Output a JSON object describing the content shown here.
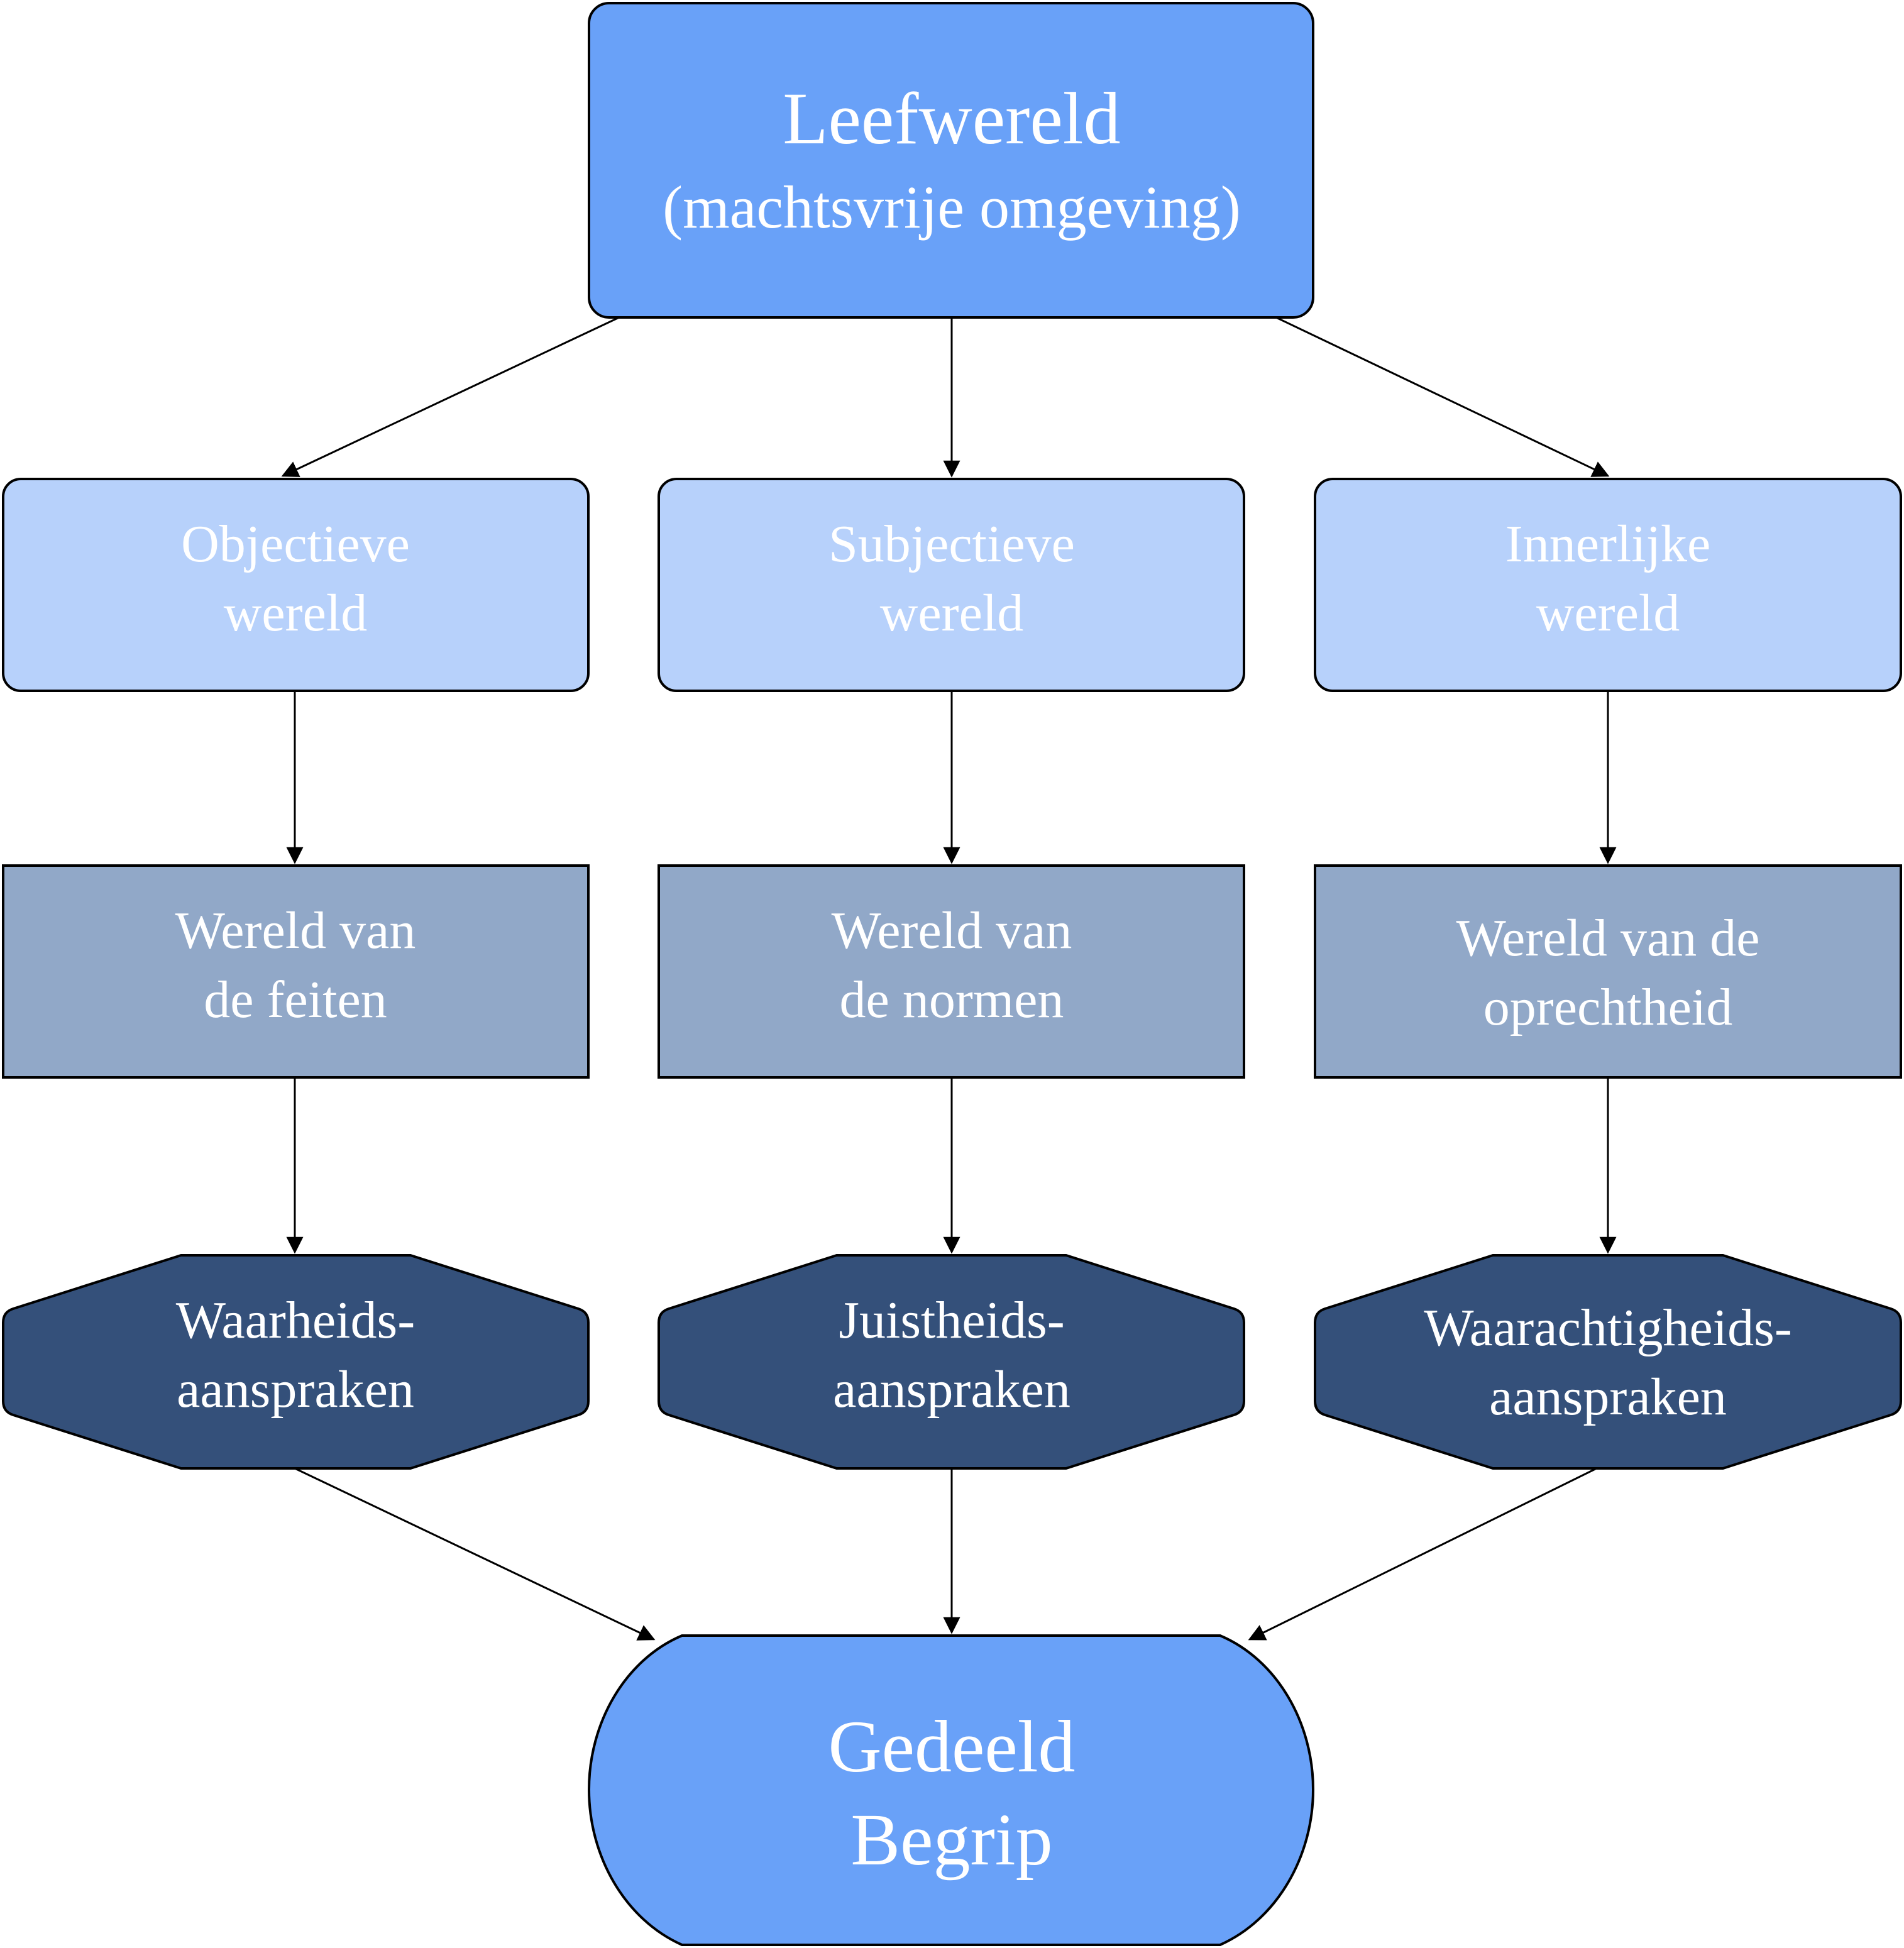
{
  "colors": {
    "top_and_bottom": "#69a1f8",
    "world_boxes": "#b7d1fb",
    "sphere_boxes": "#91a8c8",
    "claim_boxes": "#34507a",
    "text": "#ffffff",
    "lines": "#000000"
  },
  "top": {
    "title": "Leefwereld",
    "subtitle": "(machtsvrije omgeving)"
  },
  "worlds": [
    {
      "line1": "Objectieve",
      "line2": "wereld"
    },
    {
      "line1": "Subjectieve",
      "line2": "wereld"
    },
    {
      "line1": "Innerlijke",
      "line2": "wereld"
    }
  ],
  "spheres": [
    {
      "line1": "Wereld van",
      "line2": "de feiten"
    },
    {
      "line1": "Wereld van",
      "line2": "de normen"
    },
    {
      "line1": "Wereld van de",
      "line2": "oprechtheid"
    }
  ],
  "claims": [
    {
      "line1": "Waarheids-",
      "line2": "aanspraken"
    },
    {
      "line1": "Juistheids-",
      "line2": "aanspraken"
    },
    {
      "line1": "Waarachtigheids-",
      "line2": "aanspraken"
    }
  ],
  "result": {
    "line1": "Gedeeld",
    "line2": "Begrip"
  }
}
